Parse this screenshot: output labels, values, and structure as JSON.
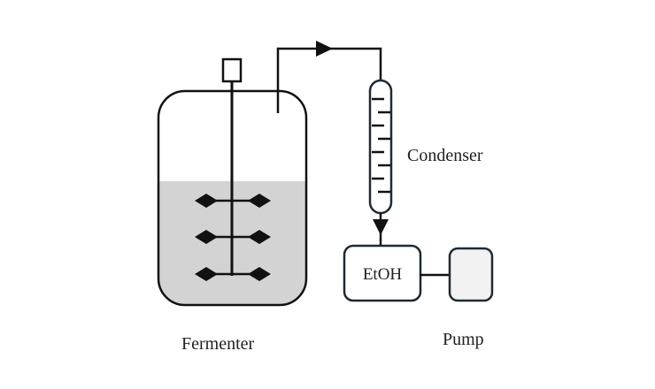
{
  "labels": {
    "fermenter": "Fermenter",
    "condenser": "Condenser",
    "etoh": "EtOH",
    "pump": "Pump"
  },
  "colors": {
    "line": "#111111",
    "liquid": "#d3d3d3",
    "box_stroke": "#1e2a33",
    "pump_fill": "#f2f2f2"
  }
}
